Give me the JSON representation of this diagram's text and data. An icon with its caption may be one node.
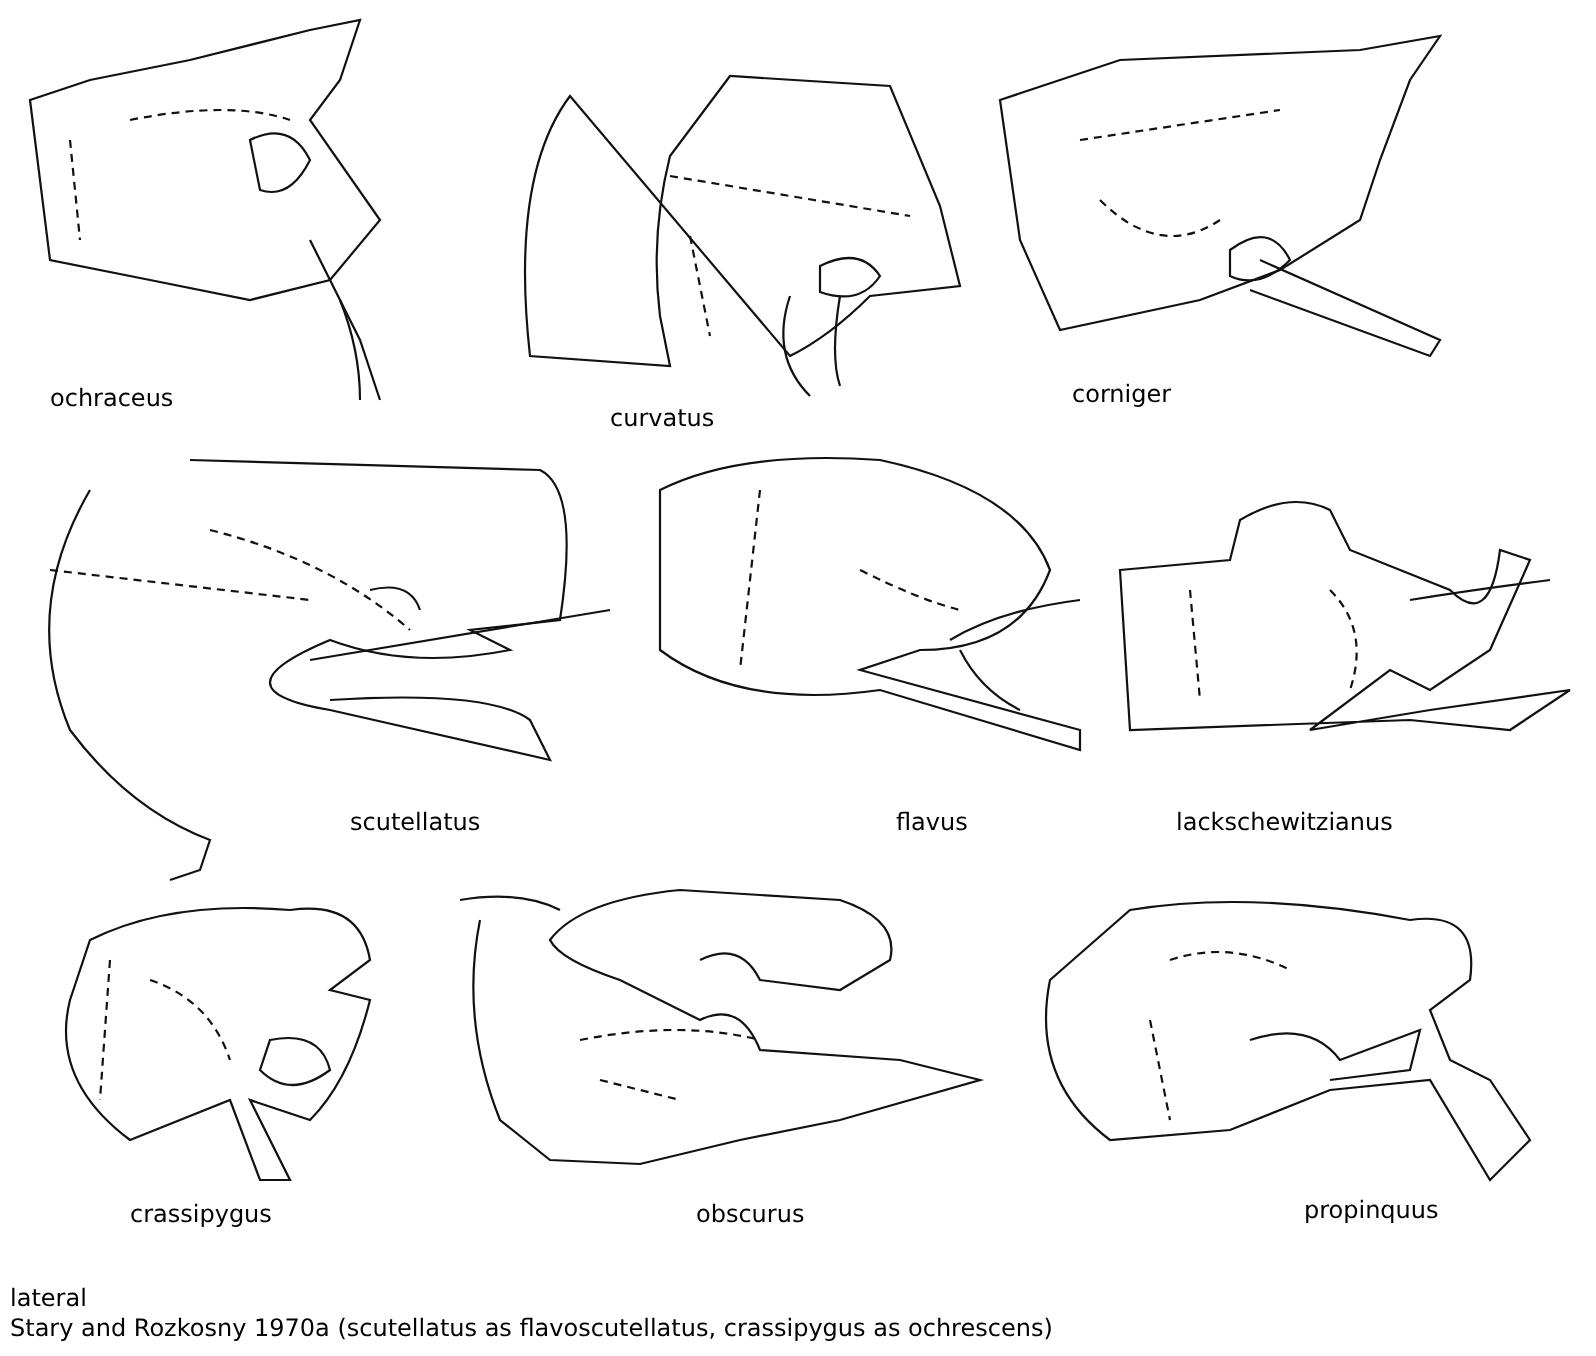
{
  "diagram": {
    "caption": "Stary and Rozkosny 1970a (scutellatus as flavoscutellatus, crassipygus as ochrescens)",
    "labels": [
      "ochraceus",
      "curvatus",
      "corniger",
      "scutellatus",
      "flavus",
      "lackschewitzianus",
      "crassipygus",
      "obscurus",
      "propinquus",
      "lateral"
    ]
  }
}
